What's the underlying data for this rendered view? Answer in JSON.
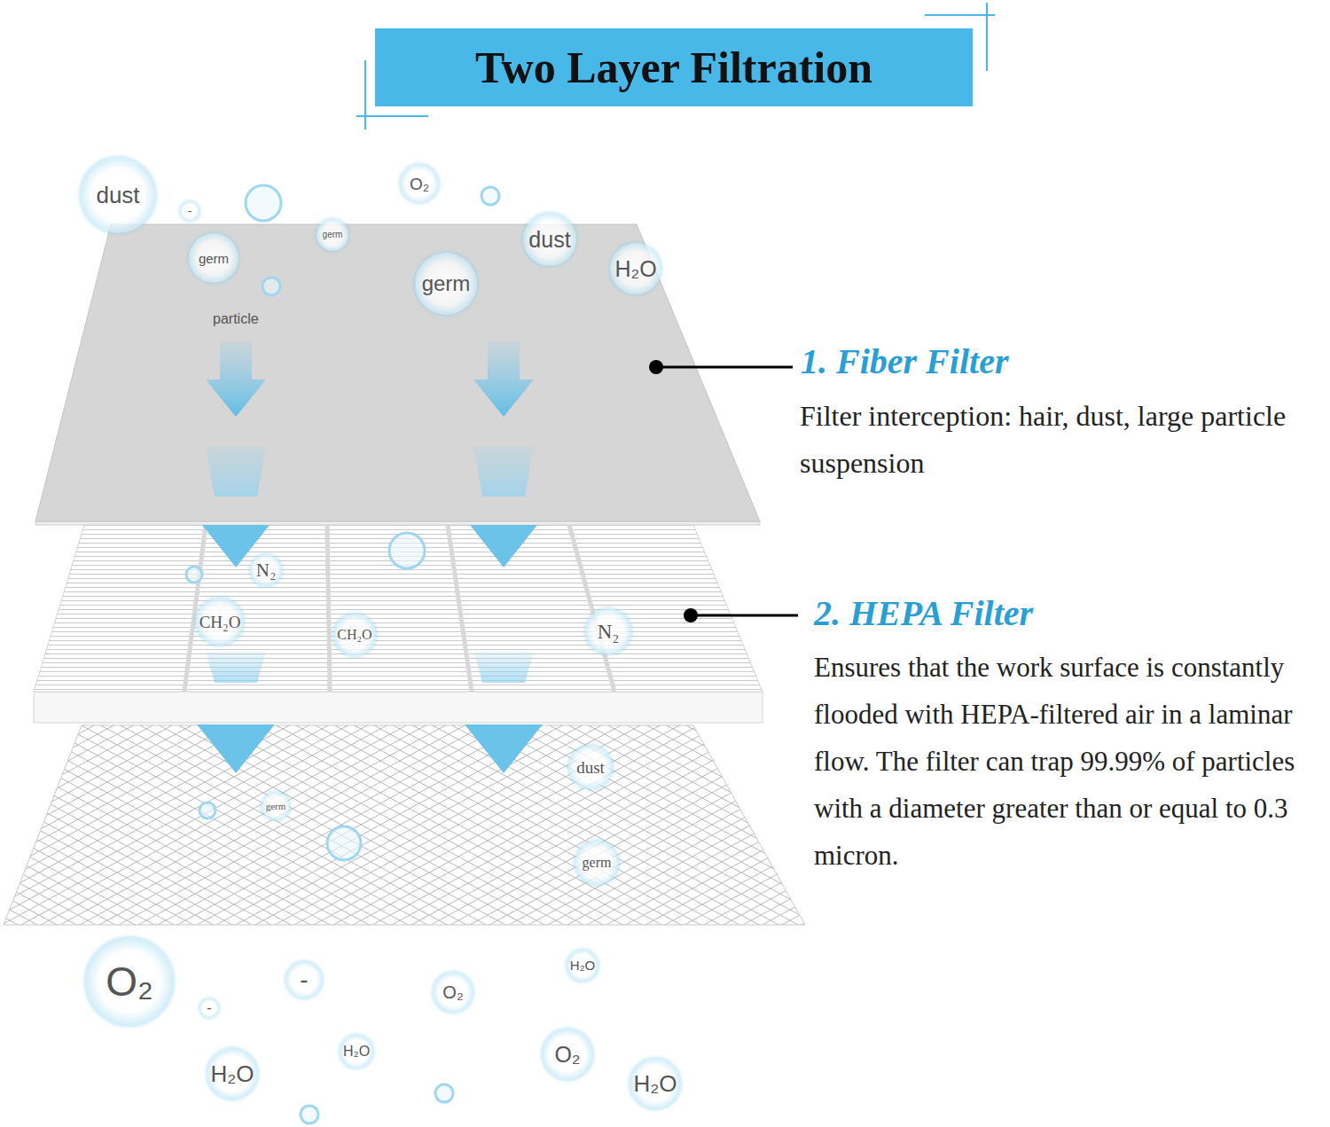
{
  "diagram": {
    "title": "Two Layer Filtration",
    "nodes": [
      {
        "text": [
          "O₂"
        ]
      },
      {
        "text": [
          "dust"
        ]
      },
      {
        "text": [
          "-"
        ]
      },
      {
        "text": [
          "germ"
        ]
      },
      {
        "text": [
          "dust"
        ]
      },
      {
        "text": [
          "germ"
        ]
      },
      {
        "text": [
          "H₂O"
        ]
      },
      {
        "text": [
          "germ"
        ]
      },
      {
        "text": [
          "N₂"
        ]
      },
      {
        "text": [
          "CH₂O"
        ]
      },
      {
        "text": [
          "N₂"
        ]
      },
      {
        "text": [
          "CH₂O"
        ]
      },
      {
        "text": [
          "dust"
        ]
      },
      {
        "text": [
          "germ"
        ]
      },
      {
        "text": [
          "germ"
        ]
      },
      {
        "text": [
          "H₂O"
        ]
      },
      {
        "text": [
          "-"
        ]
      },
      {
        "text": [
          "O₂"
        ]
      },
      {
        "text": [
          "O₂"
        ]
      },
      {
        "text": [
          "-"
        ]
      },
      {
        "text": [
          "H₂O"
        ]
      },
      {
        "text": [
          "O₂"
        ]
      },
      {
        "text": [
          "H₂O"
        ]
      },
      {
        "text": [
          "H₂O"
        ]
      }
    ],
    "labels": [
      "particle",
      "1. Fiber Filter",
      "Filter interception: hair, dust, large particle suspension",
      "2. HEPA Filter",
      "Ensures that the work surface is constantly flooded with HEPA-filtered air in a laminar flow. The filter can trap 99.99% of particles with a diameter greater than or equal to 0.3 micron."
    ]
  }
}
